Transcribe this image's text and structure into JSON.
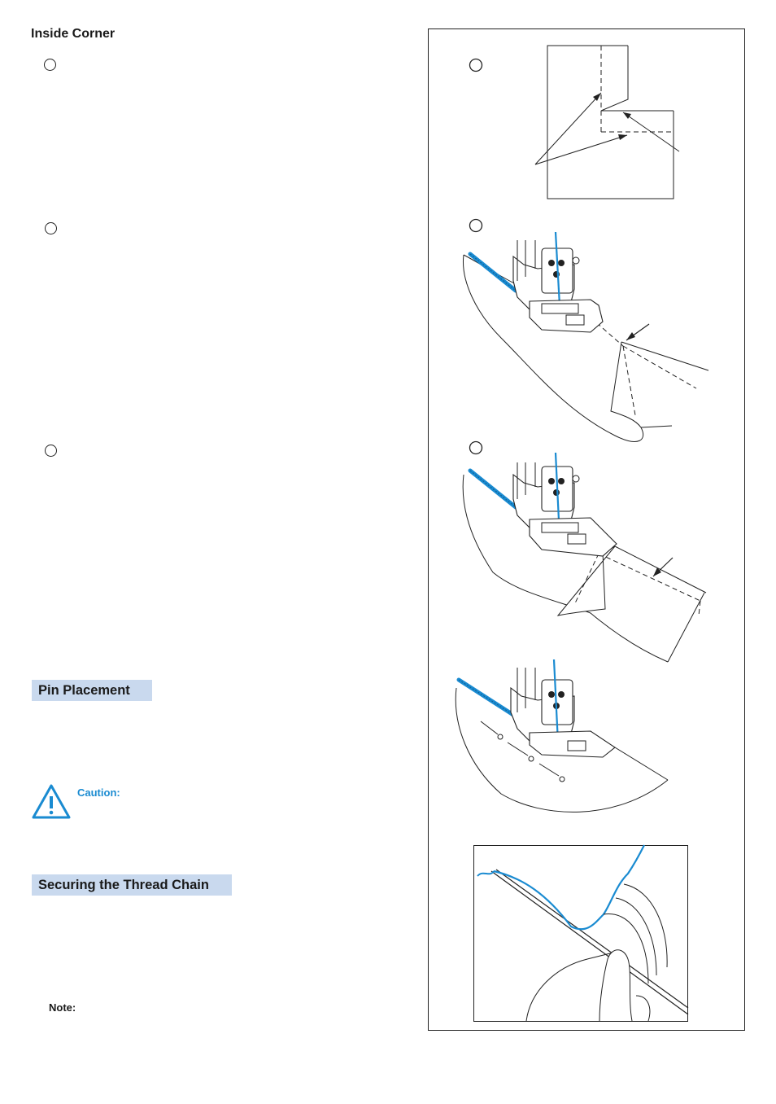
{
  "page": {
    "heading": "Inside Corner"
  },
  "sections": {
    "pin_placement": "Pin Placement",
    "securing_thread_chain": "Securing the Thread Chain"
  },
  "labels": {
    "caution": "Caution:",
    "note": "Note:"
  },
  "colors": {
    "thread_blue": "#1a8bd1",
    "section_bar": "#c9d9ee",
    "ink": "#222222"
  },
  "icons": [
    "step-marker-circle",
    "warning-triangle-icon"
  ]
}
